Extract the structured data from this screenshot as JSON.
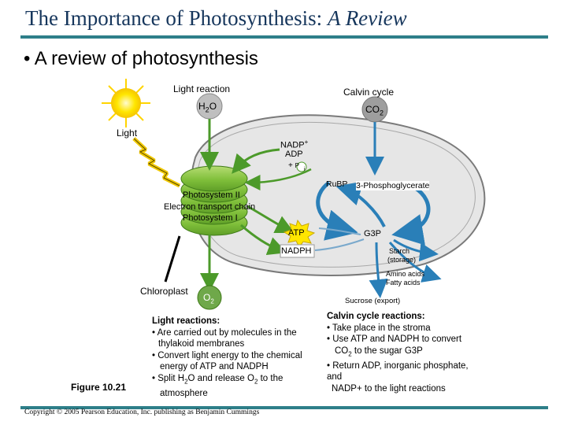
{
  "slide": {
    "title_main": "The Importance of Photosynthesis: ",
    "title_italic": "A Review",
    "bullet": "• A review of photosynthesis"
  },
  "diagram": {
    "light_reaction": "Light reaction",
    "calvin_cycle": "Calvin cycle",
    "h2o_a": "H",
    "h2o_sub": "2",
    "h2o_b": "O",
    "co2_a": "CO",
    "co2_sub": "2",
    "light": "Light",
    "nadp": "NADP",
    "nadp_sup": "+",
    "adp": "ADP",
    "plus_pi_a": "+",
    "pi": "P",
    "pi_sub": "i",
    "rubp": "RuBP",
    "phosphoglycerate": "3-Phosphoglycerate",
    "photosystem2": "Photosystem II",
    "etc": "Electron transport chain",
    "photosystem1": "Photosystem I",
    "atp": "ATP",
    "nadph": "NADPH",
    "g3p": "G3P",
    "starch1": "Starch",
    "starch2": "(storage)",
    "amino": "Amino acids",
    "fatty": "Fatty acids",
    "chloroplast": "Chloroplast",
    "o2_a": "O",
    "o2_sub": "2",
    "sucrose": "Sucrose (export)",
    "figure": "Figure 10.21"
  },
  "light_notes": {
    "heading": "Light reactions:",
    "l1": "• Are carried out by molecules in the",
    "l2": "thylakoid membranes",
    "l3": "• Convert light energy to the chemical",
    "l4": "energy of ATP and NADPH",
    "l5a": "• Split H",
    "l5s": "2",
    "l5b": "O and release O",
    "l5s2": "2",
    "l5c": " to the",
    "l6": "atmosphere"
  },
  "calvin_notes": {
    "heading": "Calvin cycle reactions:",
    "l1": "• Take place in the stroma",
    "l2": "• Use ATP and NADPH to convert",
    "l3a": "CO",
    "l3s": "2",
    "l3b": " to the sugar G3P",
    "l4": "• Return ADP, inorganic phosphate,",
    "l5": "and",
    "l6": "NADP+ to the light  reactions"
  },
  "footer": {
    "copyright": "Copyright © 2005 Pearson Education, Inc. publishing as Benjamin Cummings"
  },
  "colors": {
    "title": "#16365c",
    "rule": "#2e7f89",
    "thylakoid": "#8dc63f",
    "arrow_green": "#4c9a2a",
    "arrow_blue": "#2a7fb8",
    "stroma": "#e6e6e6",
    "sun": "#ffe600"
  }
}
